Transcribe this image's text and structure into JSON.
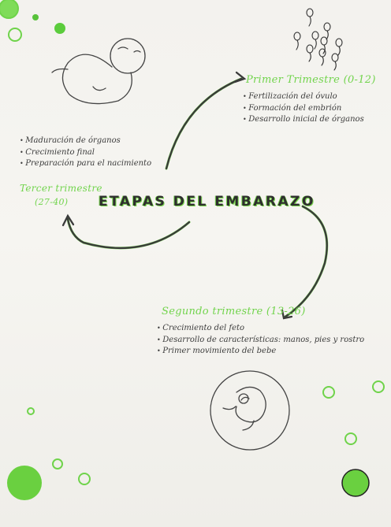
{
  "title": "ETAPAS DEL EMBARAZO",
  "stages": {
    "first": {
      "heading": "Primer Trimestre (0-12)",
      "items": [
        "Fertilización del óvulo",
        "Formación del embrión",
        "Desarrollo inicial de órganos"
      ]
    },
    "second": {
      "heading": "Segundo trimestre (13-26)",
      "items": [
        "Crecimiento del feto",
        "Desarrollo de características: manos, pies y rostro",
        "Primer movimiento del bebe"
      ]
    },
    "third": {
      "heading": "Tercer trimestre",
      "range": "(27-40)",
      "items": [
        "Maduración de órganos",
        "Crecimiento final",
        "Preparación para el nacimiento"
      ]
    }
  },
  "colors": {
    "accent": "#72d44d",
    "ink": "#3a3a3a",
    "paper": "#f3f2ee"
  },
  "icons": [
    "baby-icon",
    "sperm-icon",
    "fetus-icon",
    "green-dot-icon"
  ]
}
